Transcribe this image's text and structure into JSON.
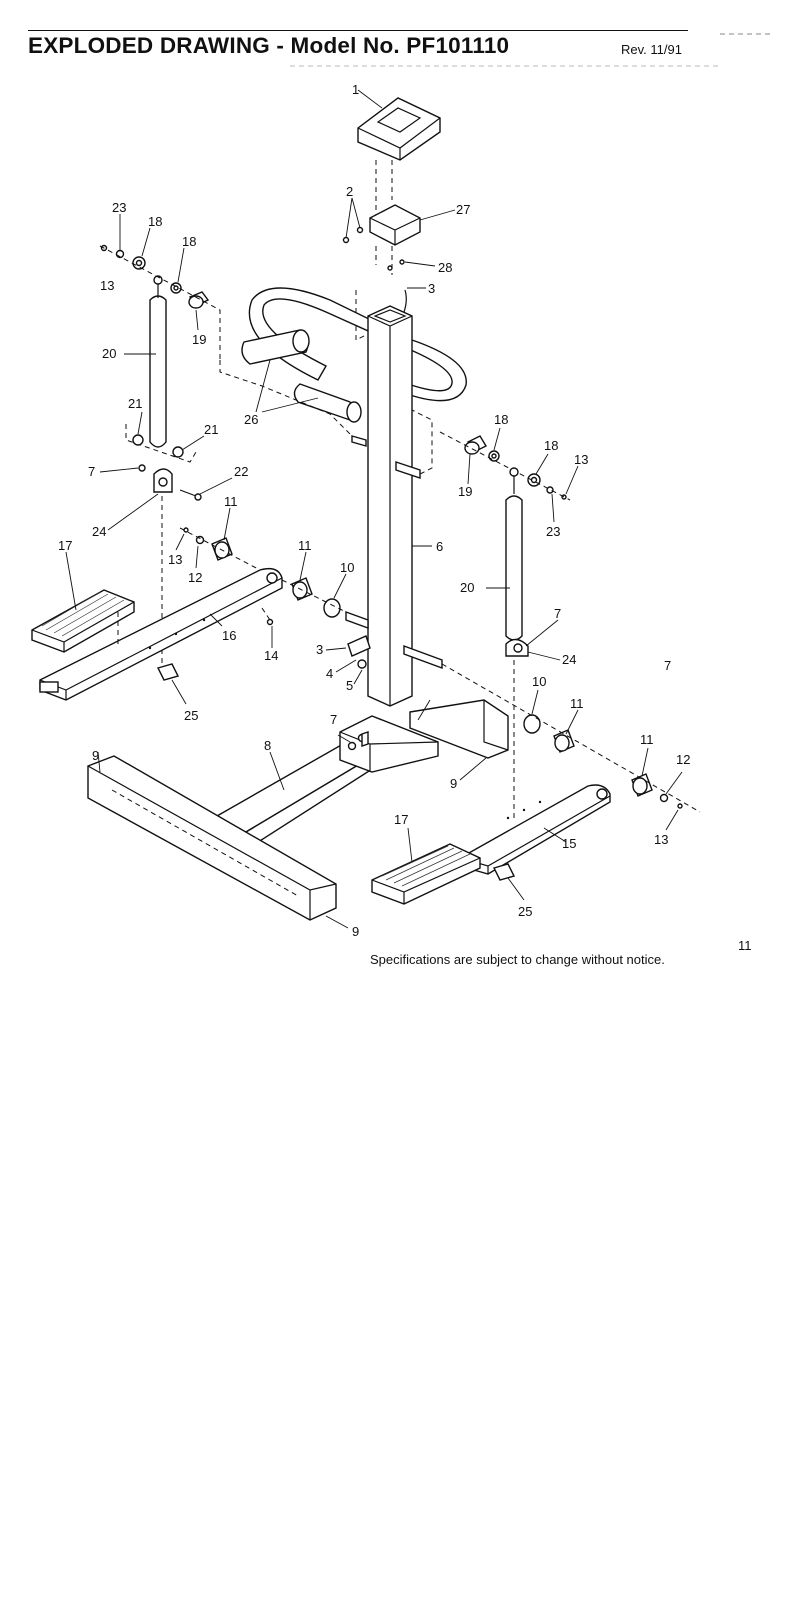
{
  "header": {
    "title": "EXPLODED DRAWING - Model No. PF101110",
    "revision": "Rev. 11/91"
  },
  "footer": {
    "notice": "Specifications are subject to change without notice.",
    "page_number": "11"
  },
  "callouts": {
    "c1": "1",
    "c2": "2",
    "c27": "27",
    "c28": "28",
    "c3": "3",
    "c23": "23",
    "c18a": "18",
    "c18b": "18",
    "c13a": "13",
    "c19a": "19",
    "c20a": "20",
    "c26": "26",
    "c21a": "21",
    "c21b": "21",
    "c7a": "7",
    "c22": "22",
    "c24a": "24",
    "c17a": "17",
    "c11a": "11",
    "c13b": "13",
    "c12a": "12",
    "c11b": "11",
    "c10a": "10",
    "c16": "16",
    "c14": "14",
    "c6": "6",
    "c18c": "18",
    "c18d": "18",
    "c13c": "13",
    "c19b": "19",
    "c23b": "23",
    "c20b": "20",
    "c7b": "7",
    "c24b": "24",
    "c3b": "3",
    "c4": "4",
    "c5": "5",
    "c7c": "7",
    "c7d": "7",
    "c25a": "25",
    "c9a": "9",
    "c8": "8",
    "c9b": "9",
    "c10b": "10",
    "c11c": "11",
    "c11d": "11",
    "c12b": "12",
    "c13d": "13",
    "c17b": "17",
    "c15": "15",
    "c25b": "25",
    "c9c": "9"
  }
}
